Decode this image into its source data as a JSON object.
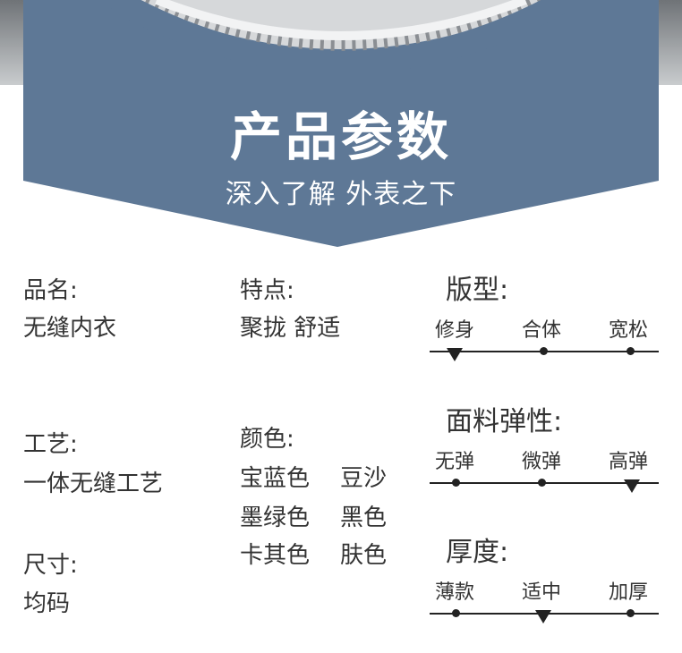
{
  "header": {
    "title": "产品参数",
    "subtitle": "深入了解 外表之下"
  },
  "params": {
    "name": {
      "label": "品名:",
      "value": "无缝内衣"
    },
    "feature": {
      "label": "特点:",
      "value": "聚拢 舒适"
    },
    "craft": {
      "label": "工艺:",
      "value": "一体无缝工艺"
    },
    "size": {
      "label": "尺寸:",
      "value": "均码"
    },
    "color": {
      "label": "颜色:",
      "options": [
        "宝蓝色",
        "豆沙",
        "墨绿色",
        "黑色",
        "卡其色",
        "肤色"
      ]
    }
  },
  "scales": [
    {
      "title": "版型:",
      "options": [
        "修身",
        "合体",
        "宽松"
      ],
      "selected_index": 0
    },
    {
      "title": "面料弹性:",
      "options": [
        "无弹",
        "微弹",
        "高弹"
      ],
      "selected_index": 2
    },
    {
      "title": "厚度:",
      "options": [
        "薄款",
        "适中",
        "加厚"
      ],
      "selected_index": 1
    }
  ],
  "colors": {
    "banner": "#5e7896",
    "text": "#333333",
    "marker": "#222222"
  }
}
